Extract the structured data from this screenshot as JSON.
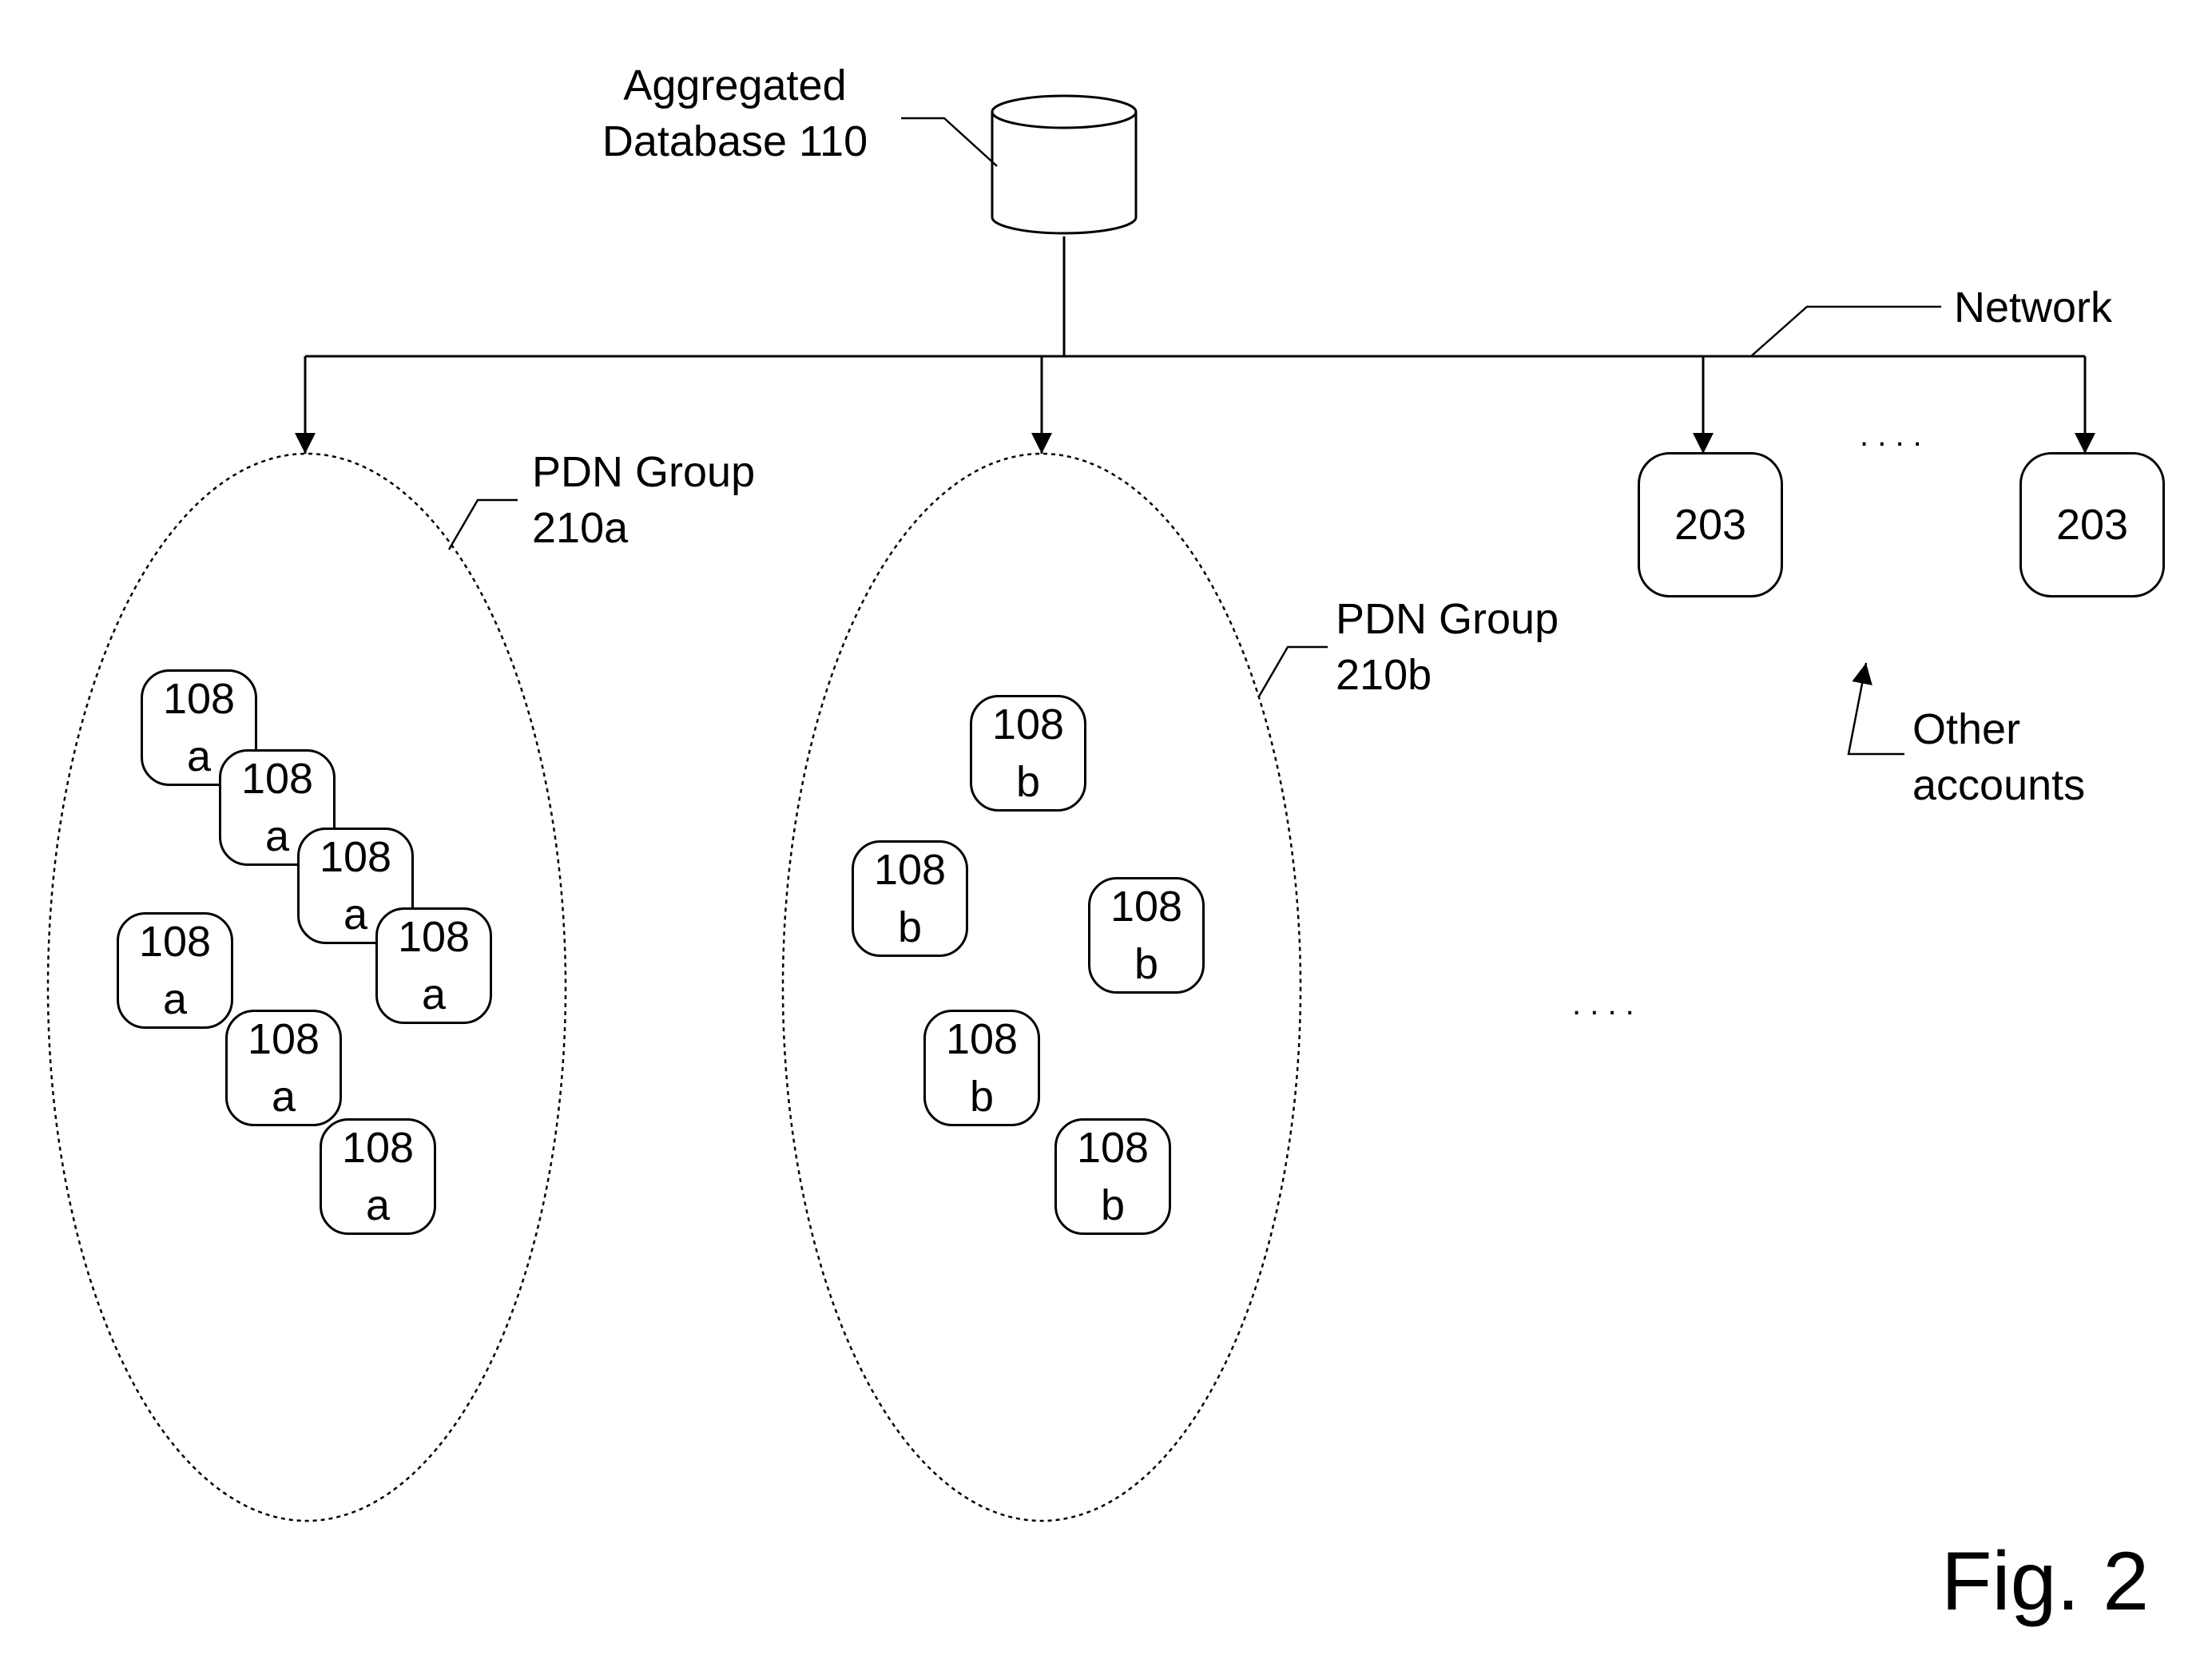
{
  "database": {
    "label_line1": "Aggregated",
    "label_line2": "Database 110"
  },
  "network": {
    "label": "Network"
  },
  "group_a": {
    "label_line1": "PDN Group",
    "label_line2": "210a",
    "nodes": [
      {
        "number": "108",
        "suffix": "a"
      },
      {
        "number": "108",
        "suffix": "a"
      },
      {
        "number": "108",
        "suffix": "a"
      },
      {
        "number": "108",
        "suffix": "a"
      },
      {
        "number": "108",
        "suffix": "a"
      },
      {
        "number": "108",
        "suffix": "a"
      },
      {
        "number": "108",
        "suffix": "a"
      }
    ]
  },
  "group_b": {
    "label_line1": "PDN Group",
    "label_line2": "210b",
    "nodes": [
      {
        "number": "108",
        "suffix": "b"
      },
      {
        "number": "108",
        "suffix": "b"
      },
      {
        "number": "108",
        "suffix": "b"
      },
      {
        "number": "108",
        "suffix": "b"
      },
      {
        "number": "108",
        "suffix": "b"
      }
    ]
  },
  "other_accounts": {
    "label_line1": "Other",
    "label_line2": "accounts",
    "nodes": [
      {
        "label": "203"
      },
      {
        "label": "203"
      }
    ]
  },
  "ellipsis_top": ". . . .",
  "ellipsis_mid": ". . . .",
  "figure_label": "Fig. 2"
}
